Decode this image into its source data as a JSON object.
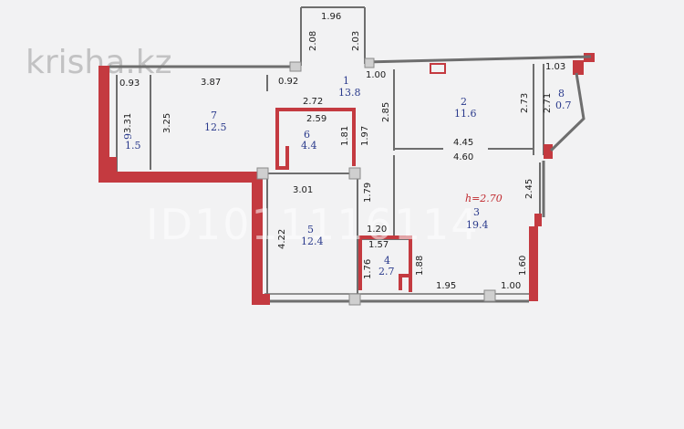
{
  "watermark": {
    "logo": "krisha.kz",
    "listing_id": "ID1011116114"
  },
  "ceiling_height": "h=2.70",
  "rooms": [
    {
      "number": "1",
      "area": "13.8"
    },
    {
      "number": "2",
      "area": "11.6"
    },
    {
      "number": "3",
      "area": "19.4"
    },
    {
      "number": "4",
      "area": "2.7"
    },
    {
      "number": "5",
      "area": "12.4"
    },
    {
      "number": "6",
      "area": "4.4"
    },
    {
      "number": "7",
      "area": "12.5"
    },
    {
      "number": "8",
      "area": "0.7"
    },
    {
      "number": "9",
      "area": "1.5"
    }
  ],
  "dimensions": {
    "top_corridor_width": "1.96",
    "corridor_left_height": "2.08",
    "corridor_right_height": "2.03",
    "balcony_left_width": "0.93",
    "room7_width": "3.87",
    "room9_height": "3.31",
    "room7_height": "3.25",
    "hall_left_offset": "0.92",
    "hall_width": "2.72",
    "room6_width": "2.59",
    "room6_height": "1.81",
    "hall_height": "1.97",
    "room2_left_height": "2.85",
    "room2_door_offset": "1.00",
    "room8_top_width": "1.03",
    "room2_height": "2.73",
    "room8_height": "2.71",
    "room2_width": "4.45",
    "room3_width": "4.60",
    "room5_width": "3.01",
    "passage_height": "1.79",
    "room3_right_height": "2.45",
    "room5_height": "4.22",
    "room4_width": "1.20",
    "room4_inner_width": "1.57",
    "room4_height": "1.76",
    "room4_right_height": "1.88",
    "room3_bottom_right_height": "1.60",
    "room3_bottom_width": "1.95",
    "room3_bottom_right_width": "1.00"
  }
}
